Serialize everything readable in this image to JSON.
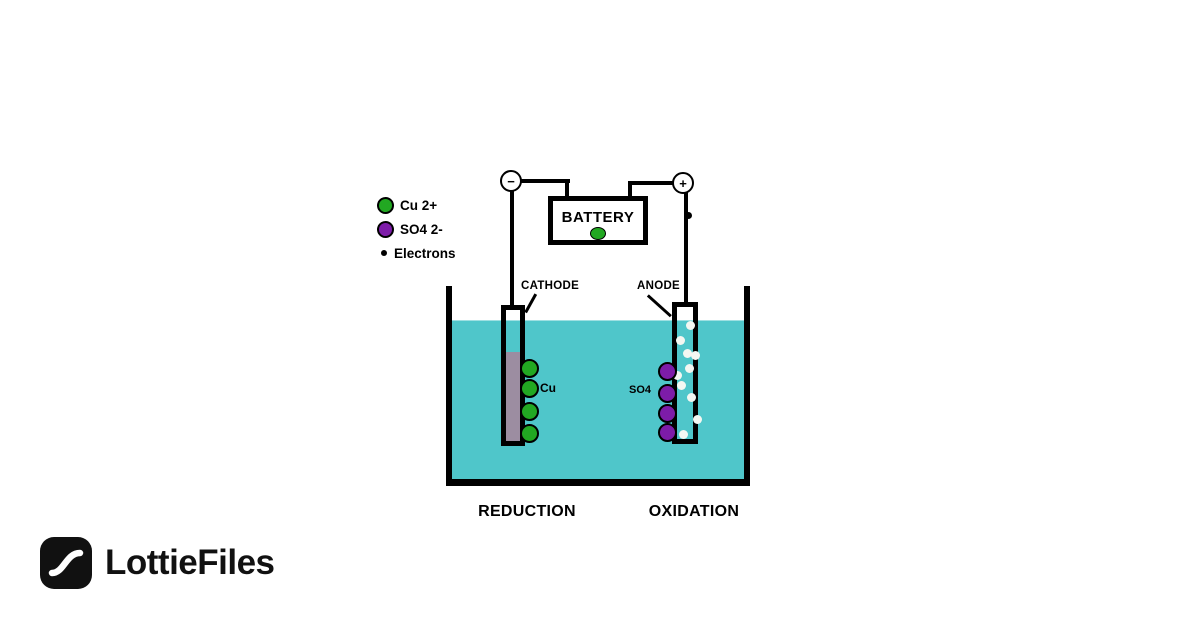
{
  "colors": {
    "water": "#4fc6ca",
    "water_surface_highlight": "rgba(255,255,255,0.45)",
    "cu_green": "#22a822",
    "so4_purple": "#7d1ca8",
    "copper_deposit": "#9c8da1",
    "bubble_white": "#f4f7f2",
    "wire_black": "#000000",
    "logo_black": "#111111"
  },
  "legend": {
    "cu_label": "Cu 2+",
    "so4_label": "SO4 2-",
    "electrons_label": "Electrons"
  },
  "battery": {
    "label": "BATTERY"
  },
  "terminals": {
    "negative": "−",
    "positive": "+"
  },
  "electrodes": {
    "cathode_label": "CATHODE",
    "anode_label": "ANODE",
    "cu_deposit_label": "Cu",
    "so4_label": "SO4"
  },
  "processes": {
    "cathode": "REDUCTION",
    "anode": "OXIDATION"
  },
  "logo": {
    "text": "LottieFiles"
  },
  "particles": {
    "cu_ions": [
      [
        529,
        368
      ],
      [
        529,
        388
      ],
      [
        529,
        411
      ],
      [
        529,
        433
      ]
    ],
    "so4_ions": [
      [
        667,
        371
      ],
      [
        667,
        393
      ],
      [
        667,
        413
      ],
      [
        667,
        432
      ]
    ],
    "anode_bubbles": [
      [
        13,
        18
      ],
      [
        3,
        33
      ],
      [
        10,
        46
      ],
      [
        18,
        48
      ],
      [
        12,
        61
      ],
      [
        0,
        68
      ],
      [
        4,
        78
      ],
      [
        14,
        90
      ],
      [
        20,
        112
      ],
      [
        6,
        127
      ]
    ],
    "wire_electrons": [
      [
        688,
        215
      ]
    ]
  }
}
